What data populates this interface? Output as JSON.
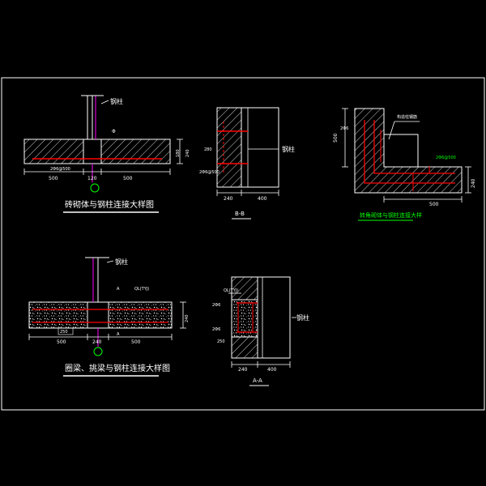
{
  "colors": {
    "background": "#000000",
    "line": "#ffffff",
    "rebar": "#ff0000",
    "column": "#ff00ff",
    "accent": "#00ff00",
    "grid_bubble": "#00ff00"
  },
  "drawing_1": {
    "title": "砖砌体与钢柱连接大样图",
    "column_label": "钢柱",
    "label_a": "Φ",
    "tag_a": "180",
    "tag_b": "240",
    "dim_left": "500",
    "dim_mid": "120",
    "dim_right": "500",
    "tag_rebar": "2Φ6@500"
  },
  "drawing_2": {
    "title": "B-B",
    "tag_a": "280",
    "tag_b": "2Φ6@500",
    "column_label": "钢柱",
    "dim_left": "240",
    "dim_right": "400"
  },
  "drawing_3": {
    "title": "转角砌体与钢柱连接大样",
    "dim_height": "500",
    "tag_a": "2Φ6",
    "tag_b": "构造柱钢筋",
    "tag_c": "2Φ6@500",
    "dim_width": "500",
    "dim_right": "240"
  },
  "drawing_4": {
    "title": "圈梁、挑梁与钢柱连接大样图",
    "column_label": "钢柱",
    "tag_beam": "QL(TYJ)",
    "tag_a": "A",
    "tag_b": "A",
    "tag_side": "250",
    "dim_left": "500",
    "dim_mid": "240",
    "dim_right": "500",
    "tag_height": "240"
  },
  "drawing_5": {
    "title": "A-A",
    "tag_beam": "QL(TYJ)",
    "tag_a": "2Φ6",
    "tag_b": "2Φ6",
    "tag_c": "250",
    "column_label": "钢柱",
    "dim_left": "240",
    "dim_right": "400"
  }
}
